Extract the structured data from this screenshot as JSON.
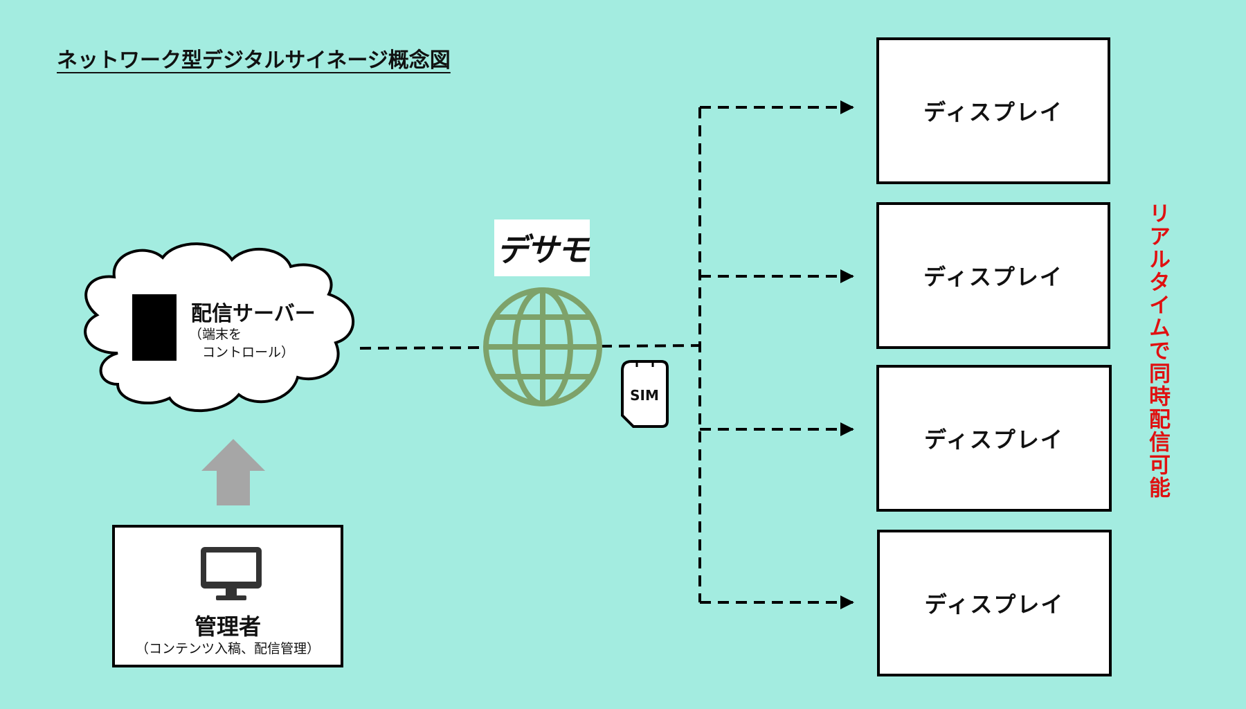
{
  "title": "ネットワーク型デジタルサイネージ概念図",
  "server": {
    "title": "配信サーバー",
    "subtitle": "（端末を\n　コントロール）"
  },
  "admin": {
    "title": "管理者",
    "subtitle": "（コンテンツ入稿、配信管理）"
  },
  "logo": {
    "text": "デサモ"
  },
  "sim": {
    "label": "SIM"
  },
  "displays": [
    {
      "label": "ディスプレイ"
    },
    {
      "label": "ディスプレイ"
    },
    {
      "label": "ディスプレイ"
    },
    {
      "label": "ディスプレイ"
    }
  ],
  "side_note": "リアルタイムで同時配信可能",
  "colors": {
    "background": "#a3ece0",
    "globe": "#7ea26a",
    "arrow": "#a6a6a6",
    "side_note": "#e01010"
  },
  "icons": [
    "cloud-icon",
    "server-device-icon",
    "globe-icon",
    "sim-card-icon",
    "monitor-icon",
    "up-arrow-icon"
  ]
}
